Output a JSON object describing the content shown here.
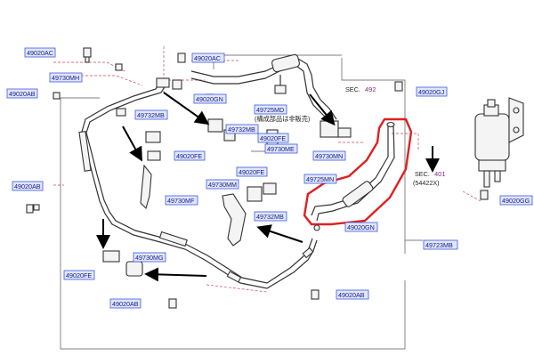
{
  "labels": {
    "l_49020AC_a": "49020AC",
    "l_49730MH": "49730MH",
    "l_49020AB_a": "49020AB",
    "l_49732MB_a": "49732MB",
    "l_49020AC_b": "49020AC",
    "l_49020GN_a": "49020GN",
    "l_49725MD": "49725MD",
    "l_note": "(構成部品は非販売)",
    "l_49732MB_b": "49732MB",
    "l_49020FE_a": "49020FE",
    "l_49730ME": "49730ME",
    "l_49020FE_b": "49020FE",
    "l_49020FE_c": "49020FE",
    "l_49730MM": "49730MM",
    "l_49730MF": "49730MF",
    "l_49020AB_b": "49020AB",
    "l_49732MB_c": "49732MB",
    "l_49020GN_b": "49020GN",
    "l_49730MN": "49730MN",
    "l_49725MN": "49725MN",
    "l_sec_492_text": "SEC.",
    "l_sec_492_num": "492",
    "l_49020GJ": "49020GJ",
    "l_sec_401_text": "SEC.",
    "l_sec_401_num": "401",
    "l_sec_401_sub": "(54422X)",
    "l_49020GG": "49020GG",
    "l_49723MB": "49723MB",
    "l_49730MG": "49730MG",
    "l_49020FE_d": "49020FE",
    "l_49020AB_c": "49020AB",
    "l_49020AB_d": "49020AB"
  },
  "colors": {
    "label_box_fill": "#dfe6ff",
    "label_box_stroke": "#3b5bdb",
    "label_text": "#1a1a7a",
    "section_number": "#8b2a8b",
    "highlight": "#e02020"
  },
  "highlight": {
    "part": "49725MN",
    "shape": "red-outline"
  }
}
